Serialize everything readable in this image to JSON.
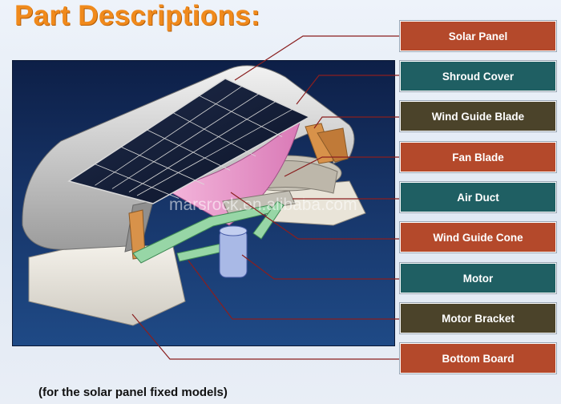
{
  "title": "Part Descriptions:",
  "watermark": "marsrock.en.alibaba.com",
  "footnote": "(for the solar panel fixed models)",
  "labels": [
    {
      "text": "Solar Panel",
      "color": "#b4492b"
    },
    {
      "text": "Shroud Cover",
      "color": "#1f5f63"
    },
    {
      "text": "Wind Guide Blade",
      "color": "#4b432a"
    },
    {
      "text": "Fan Blade",
      "color": "#b4492b"
    },
    {
      "text": "Air Duct",
      "color": "#1f5f63"
    },
    {
      "text": "Wind Guide Cone",
      "color": "#b4492b"
    },
    {
      "text": "Motor",
      "color": "#1f5f63"
    },
    {
      "text": "Motor Bracket",
      "color": "#4b432a"
    },
    {
      "text": "Bottom Board",
      "color": "#b4492b"
    }
  ],
  "colors": {
    "title": "#f08a1c",
    "leader_line": "#8a1f1f",
    "panel_background": "#163366"
  }
}
